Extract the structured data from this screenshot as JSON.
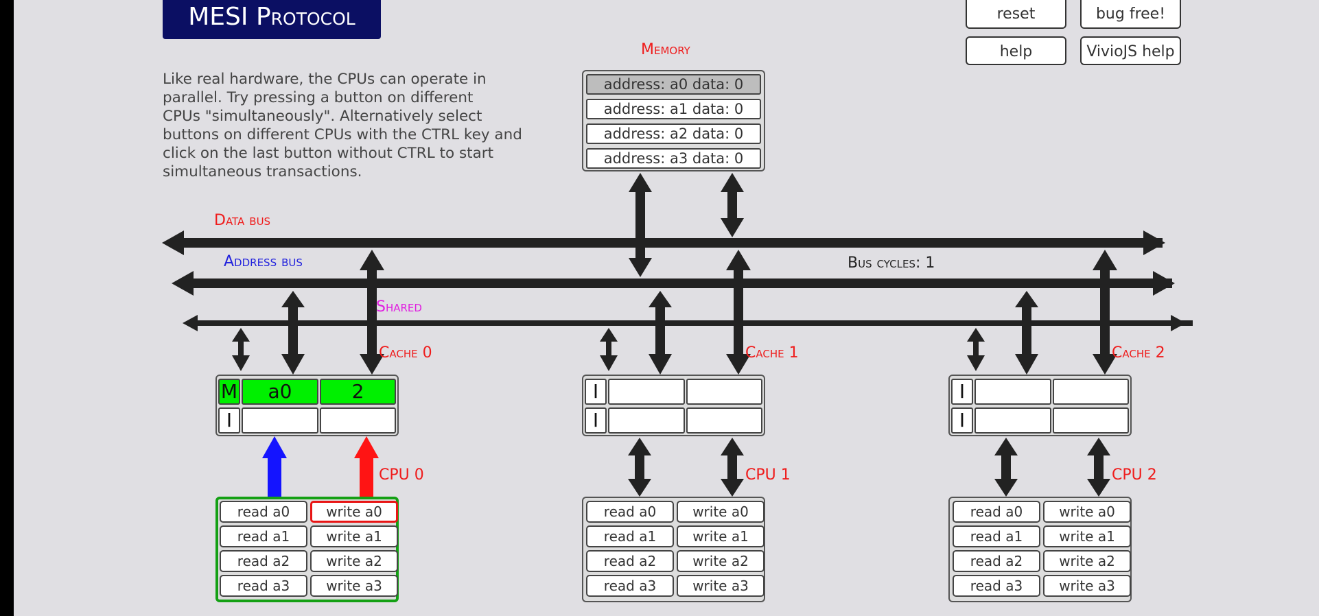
{
  "title": "MESI Protocol",
  "buttons": {
    "reset": "reset",
    "bug_free": "bug free!",
    "help": "help",
    "viviojs_help": "VivioJS help"
  },
  "description": "Like real hardware, the CPUs can operate in\nparallel. Try pressing a button on different\nCPUs \"simultaneously\". Alternatively select\nbuttons on different CPUs with the CTRL key and\nclick on the last button without CTRL to start\nsimultaneous transactions.",
  "labels": {
    "memory": "Memory",
    "data_bus": "Data bus",
    "address_bus": "Address bus",
    "shared": "Shared",
    "bus_cycles": "Bus cycles: 1"
  },
  "memory": [
    {
      "text": "address: a0 data: 0",
      "active": true
    },
    {
      "text": "address: a1 data: 0",
      "active": false
    },
    {
      "text": "address: a2 data: 0",
      "active": false
    },
    {
      "text": "address: a3 data: 0",
      "active": false
    }
  ],
  "caches": [
    {
      "label": "Cache 0",
      "lines": [
        {
          "state": "M",
          "addr": "a0",
          "data": "2",
          "valid": true
        },
        {
          "state": "I",
          "addr": "",
          "data": "",
          "valid": false
        }
      ]
    },
    {
      "label": "Cache 1",
      "lines": [
        {
          "state": "I",
          "addr": "",
          "data": "",
          "valid": false
        },
        {
          "state": "I",
          "addr": "",
          "data": "",
          "valid": false
        }
      ]
    },
    {
      "label": "Cache 2",
      "lines": [
        {
          "state": "I",
          "addr": "",
          "data": "",
          "valid": false
        },
        {
          "state": "I",
          "addr": "",
          "data": "",
          "valid": false
        }
      ]
    }
  ],
  "cpus": [
    {
      "label": "CPU 0",
      "selected": true,
      "active_write": "write a0"
    },
    {
      "label": "CPU 1",
      "selected": false,
      "active_write": ""
    },
    {
      "label": "CPU 2",
      "selected": false,
      "active_write": ""
    }
  ],
  "cpu_buttons": {
    "reads": [
      "read a0",
      "read a1",
      "read a2",
      "read a3"
    ],
    "writes": [
      "write a0",
      "write a1",
      "write a2",
      "write a3"
    ]
  },
  "colors": {
    "title_bg": "#0b0f63",
    "label_red": "#ef1c1c",
    "label_blue": "#2222dd",
    "label_pink": "#e01ee0",
    "valid_green": "#00f000",
    "cpu_selected_border": "#14a014",
    "address_arrow": "#1414ff",
    "data_arrow": "#ff1414"
  }
}
